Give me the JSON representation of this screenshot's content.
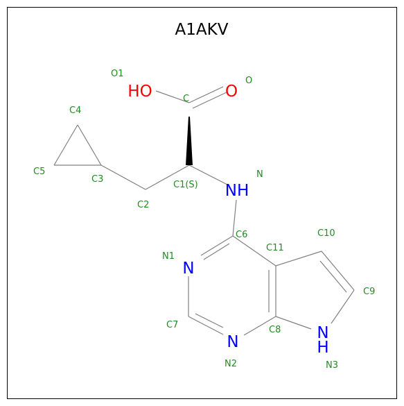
{
  "title": "A1AKV",
  "colors": {
    "bond": "#808080",
    "label": "#1e8c1e",
    "oxygen": "#ff0000",
    "nitrogen": "#0000ff",
    "text": "#000000"
  },
  "atoms": {
    "hydroxyl": "HO",
    "carbonyl_o": "O",
    "amine_nh": "NH",
    "n1": "N",
    "n2": "N",
    "n3_n": "N",
    "n3_h": "H"
  },
  "labels": {
    "O1": "O1",
    "O": "O",
    "C": "C",
    "C4": "C4",
    "C5": "C5",
    "C3": "C3",
    "C1S": "C1(S)",
    "N": "N",
    "C2": "C2",
    "C6": "C6",
    "C10": "C10",
    "C11": "C11",
    "N1": "N1",
    "C9": "C9",
    "C7": "C7",
    "C8": "C8",
    "N2": "N2",
    "N3": "N3"
  }
}
